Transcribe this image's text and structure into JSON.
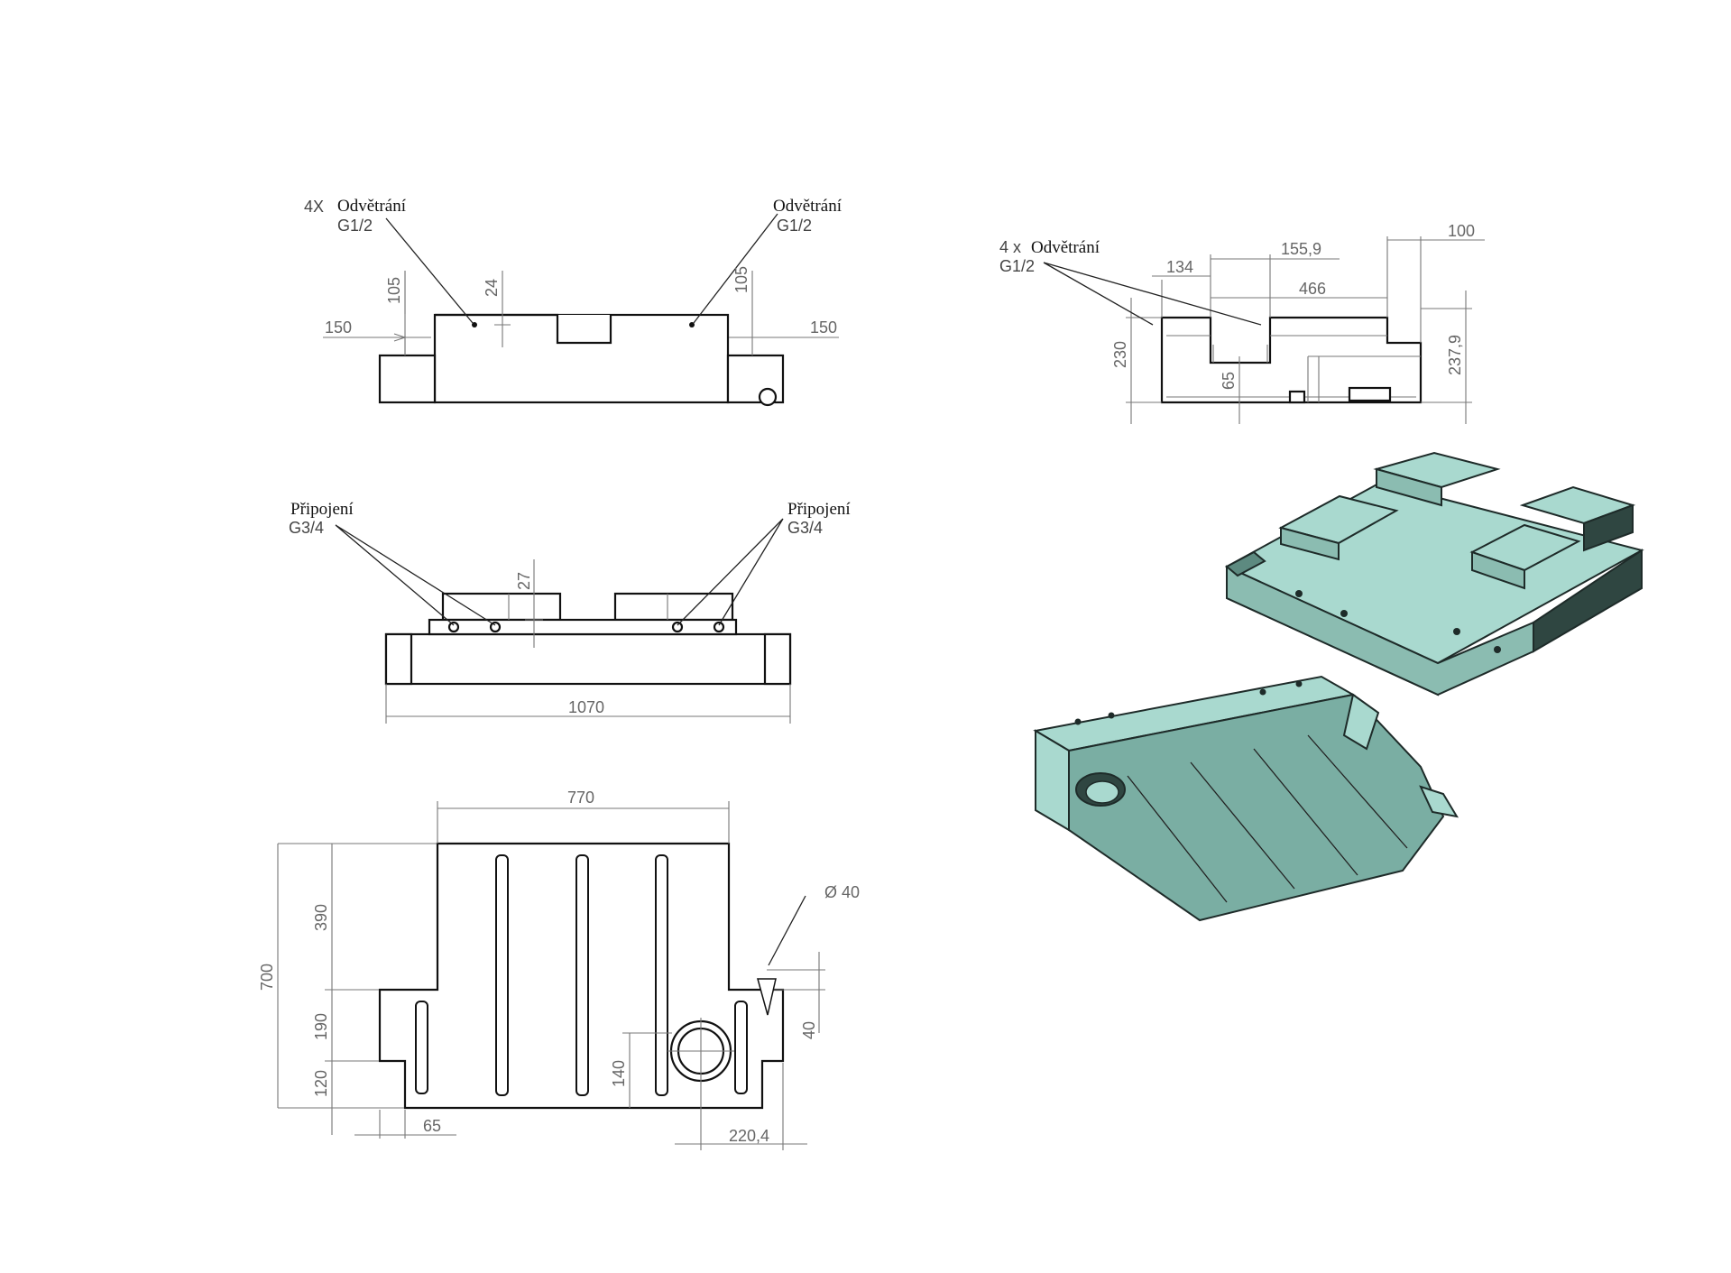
{
  "front_view": {
    "vent_count": "4X",
    "vent_label": "Odvětrání",
    "vent_code": "G1/2",
    "dim_150_left": "150",
    "dim_150_right": "150",
    "dim_105_left": "105",
    "dim_105_right": "105",
    "dim_24": "24"
  },
  "side_view": {
    "conn_label": "Připojení",
    "conn_code": "G3/4",
    "dim_27": "27",
    "dim_1070": "1070"
  },
  "top_view": {
    "dim_770": "770",
    "dim_700": "700",
    "dim_390": "390",
    "dim_190": "190",
    "dim_120": "120",
    "dim_65": "65",
    "dim_140": "140",
    "dim_220": "220,4",
    "dim_40": "40",
    "dia_40": "Ø 40"
  },
  "section_view": {
    "vent_count": "4 x",
    "vent_label": "Odvětrání",
    "vent_code": "G1/2",
    "dim_100": "100",
    "dim_155": "155,9",
    "dim_134": "134",
    "dim_466": "466",
    "dim_230": "230",
    "dim_237": "237,9",
    "dim_65": "65"
  },
  "colors": {
    "model_light": "#a9d9cf",
    "model_dark": "#2f4641"
  }
}
